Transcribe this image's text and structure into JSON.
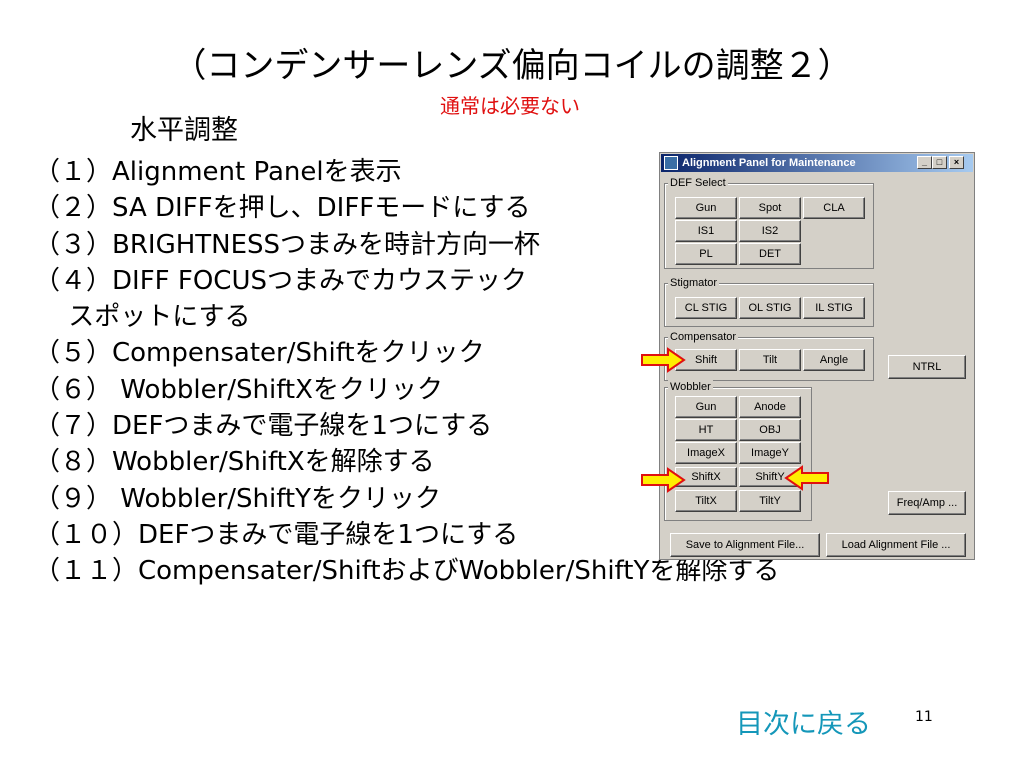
{
  "slide": {
    "title": "（コンデンサーレンズ偏向コイルの調整２）",
    "subtitle": "通常は必要ない",
    "heading": "水平調整",
    "steps": [
      "（１）Alignment Panelを表示",
      "（２）SA DIFFを押し、DIFFモードにする",
      "（３）BRIGHTNESSつまみを時計方向一杯",
      "（４）DIFF FOCUSつまみでカウステック",
      "　 スポットにする",
      "（５）Compensater/Shiftをクリック",
      "（６） Wobbler/ShiftXをクリック",
      "（７）DEFつまみで電子線を1つにする",
      "（８）Wobbler/ShiftXを解除する",
      "（９） Wobbler/ShiftYをクリック",
      "（１０）DEFつまみで電子線を1つにする",
      "（１１）Compensater/ShiftおよびWobbler/ShiftYを解除する"
    ],
    "toc_link": "目次に戻る",
    "page_number": "11"
  },
  "panel": {
    "window_title": "Alignment Panel for Maintenance",
    "controls": {
      "minimize": "_",
      "maximize": "□",
      "close": "×"
    },
    "def_select": {
      "label": "DEF Select",
      "buttons": [
        "Gun",
        "Spot",
        "CLA",
        "IS1",
        "IS2",
        "PL",
        "DET"
      ]
    },
    "stigmator": {
      "label": "Stigmator",
      "buttons": [
        "CL STIG",
        "OL STIG",
        "IL STIG"
      ]
    },
    "compensator": {
      "label": "Compensator",
      "buttons": [
        "Shift",
        "Tilt",
        "Angle"
      ]
    },
    "ntrl_button": "NTRL",
    "wobbler": {
      "label": "Wobbler",
      "buttons": [
        "Gun",
        "Anode",
        "HT",
        "OBJ",
        "ImageX",
        "ImageY",
        "ShiftX",
        "ShiftY",
        "TiltX",
        "TiltY"
      ]
    },
    "freq_amp_button": "Freq/Amp ...",
    "save_button": "Save to Alignment File...",
    "load_button": "Load Alignment File ..."
  },
  "colors": {
    "subtitle": "#e01010",
    "toc_link": "#1497b9",
    "arrow_fill": "#ffee00",
    "arrow_stroke": "#e01010"
  }
}
